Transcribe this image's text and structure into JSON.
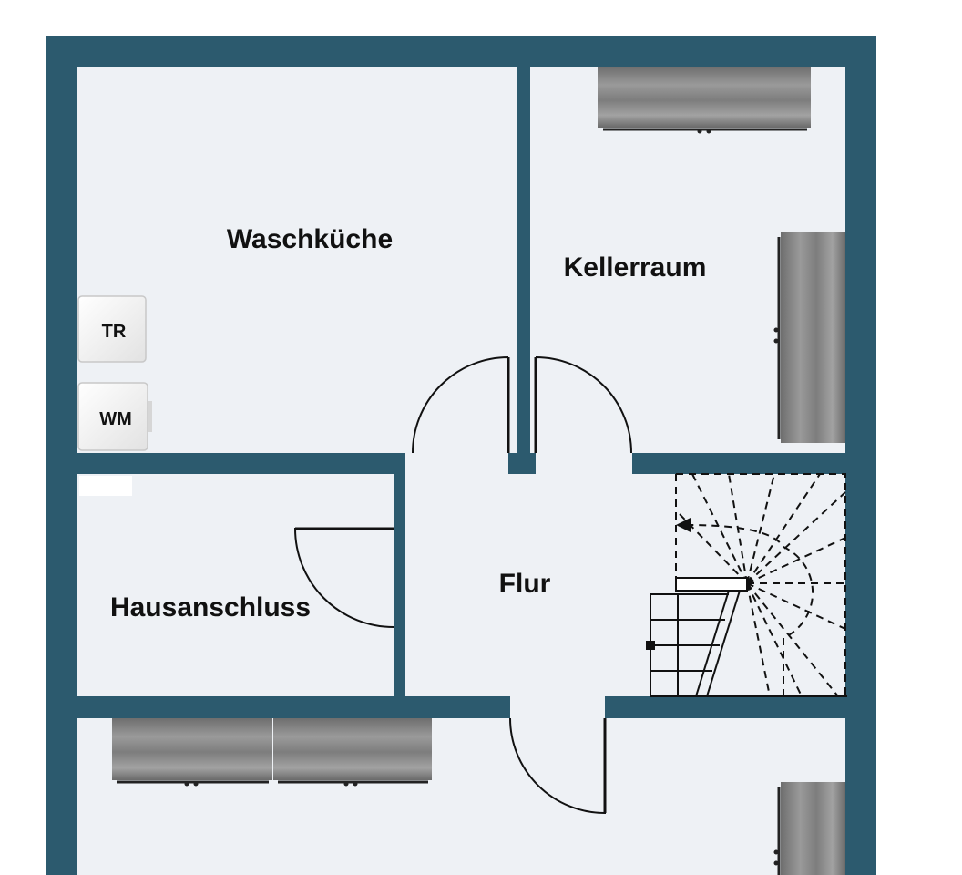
{
  "rooms": {
    "waschkueche": "Waschküche",
    "kellerraum": "Kellerraum",
    "hausanschluss": "Hausanschluss",
    "flur": "Flur"
  },
  "appliances": {
    "dryer": "TR",
    "washing_machine": "WM"
  },
  "colors": {
    "wall": "#2c5a6e",
    "floor": "#eef1f5",
    "furniture": "#8a8a8a",
    "line": "#111111"
  }
}
